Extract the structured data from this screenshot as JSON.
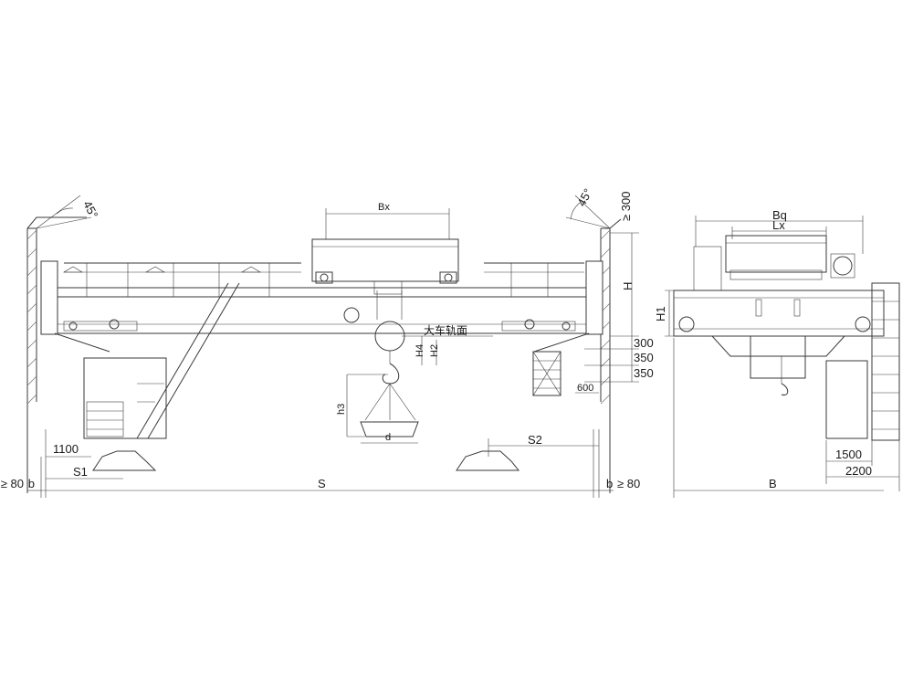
{
  "front_view": {
    "angle_left": "45°",
    "angle_right": "45°",
    "clearance_top": "≥ 300",
    "dim_H": "H",
    "dim_Bx": "Bx",
    "rail_surface": "大车轨面",
    "dim_H4": "H4",
    "dim_H2": "H2",
    "dim_h3": "h3",
    "dim_d": "d",
    "dim_300": "300",
    "dim_350a": "350",
    "dim_350b": "350",
    "dim_600": "600",
    "dim_1100": "1100",
    "dim_S1": "S1",
    "dim_S2": "S2",
    "dim_S": "S",
    "dim_b_left": "b",
    "dim_b_right": "b",
    "clearance_left": "≥ 80",
    "clearance_right": "≥ 80"
  },
  "side_view": {
    "dim_Bq": "Bq",
    "dim_Lx": "Lx",
    "dim_H1": "H1",
    "dim_1500": "1500",
    "dim_2200": "2200",
    "dim_B": "B"
  }
}
